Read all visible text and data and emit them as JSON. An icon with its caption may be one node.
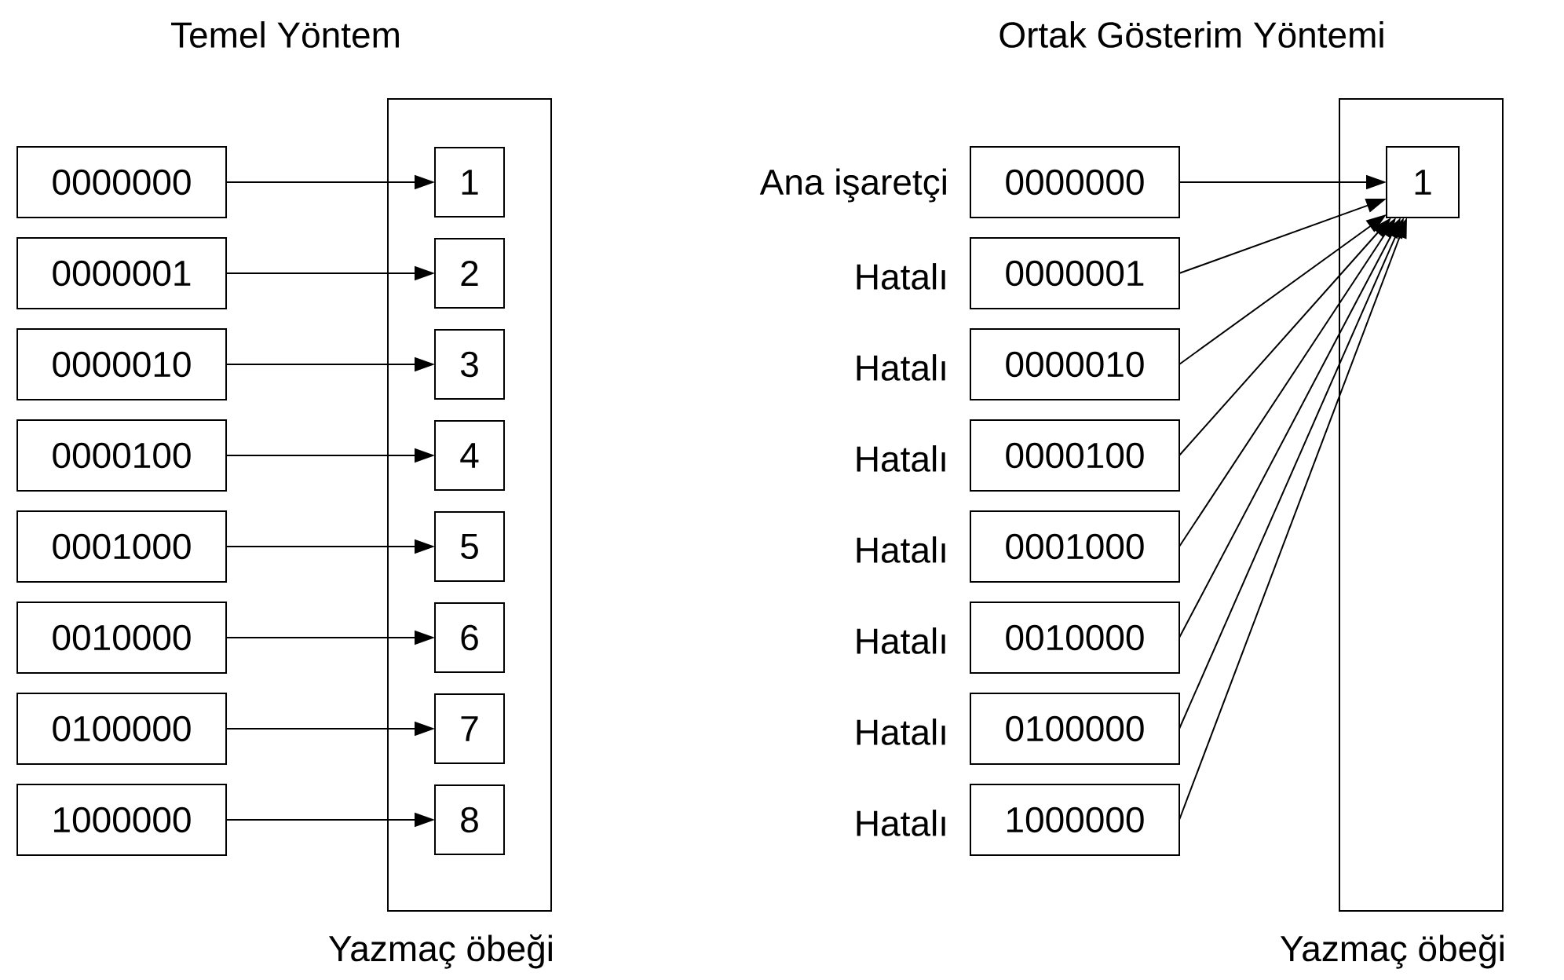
{
  "diagram": {
    "nodes": [
      {
        "text": [
          "Yazmaç öbeği"
        ]
      },
      {
        "text": [
          "1"
        ],
        "in": 0
      },
      {
        "text": [
          "2"
        ],
        "in": 0
      },
      {
        "text": [
          "3"
        ],
        "in": 0
      },
      {
        "text": [
          "4"
        ],
        "in": 0
      },
      {
        "text": [
          "5"
        ],
        "in": 0
      },
      {
        "text": [
          "6"
        ],
        "in": 0
      },
      {
        "text": [
          "7"
        ],
        "in": 0
      },
      {
        "text": [
          "8"
        ],
        "in": 0
      },
      {
        "text": [
          "0000000"
        ]
      },
      {
        "text": [
          "0000001"
        ]
      },
      {
        "text": [
          "0000010"
        ]
      },
      {
        "text": [
          "0000100"
        ]
      },
      {
        "text": [
          "0001000"
        ]
      },
      {
        "text": [
          "0010000"
        ]
      },
      {
        "text": [
          "0100000"
        ]
      },
      {
        "text": [
          "1000000"
        ]
      },
      {
        "text": [
          "Yazmaç öbeği"
        ]
      },
      {
        "text": [
          "1"
        ],
        "in": 17
      },
      {
        "text": [
          "0000000"
        ],
        "beside": [
          "Ana işaretçi"
        ]
      },
      {
        "text": [
          "0000001"
        ],
        "beside": [
          "Hatalı"
        ]
      },
      {
        "text": [
          "0000010"
        ],
        "beside": [
          "Hatalı"
        ]
      },
      {
        "text": [
          "0000100"
        ],
        "beside": [
          "Hatalı"
        ]
      },
      {
        "text": [
          "0001000"
        ],
        "beside": [
          "Hatalı"
        ]
      },
      {
        "text": [
          "0010000"
        ],
        "beside": [
          "Hatalı"
        ]
      },
      {
        "text": [
          "0100000"
        ],
        "beside": [
          "Hatalı"
        ]
      },
      {
        "text": [
          "1000000"
        ],
        "beside": [
          "Hatalı"
        ]
      }
    ],
    "edges": [
      {
        "from": 9,
        "to": 1,
        "arrow": "to"
      },
      {
        "from": 10,
        "to": 2,
        "arrow": "to"
      },
      {
        "from": 11,
        "to": 3,
        "arrow": "to"
      },
      {
        "from": 12,
        "to": 4,
        "arrow": "to"
      },
      {
        "from": 13,
        "to": 5,
        "arrow": "to"
      },
      {
        "from": 14,
        "to": 6,
        "arrow": "to"
      },
      {
        "from": 15,
        "to": 7,
        "arrow": "to"
      },
      {
        "from": 16,
        "to": 8,
        "arrow": "to"
      },
      {
        "from": 19,
        "to": 18,
        "arrow": "to"
      },
      {
        "from": 20,
        "to": 18,
        "arrow": "to"
      },
      {
        "from": 21,
        "to": 18,
        "arrow": "to"
      },
      {
        "from": 22,
        "to": 18,
        "arrow": "to"
      },
      {
        "from": 23,
        "to": 18,
        "arrow": "to"
      },
      {
        "from": 24,
        "to": 18,
        "arrow": "to"
      },
      {
        "from": 25,
        "to": 18,
        "arrow": "to"
      },
      {
        "from": 26,
        "to": 18,
        "arrow": "to"
      }
    ],
    "labels": [
      "Temel Yöntem",
      "Ortak Gösterim Yöntemi"
    ]
  }
}
